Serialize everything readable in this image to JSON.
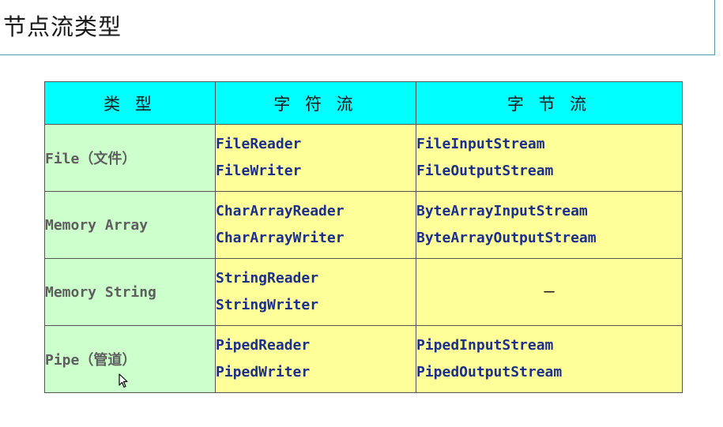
{
  "slide": {
    "title": "节点流类型"
  },
  "table": {
    "headers": [
      "类 型",
      "字 符 流",
      "字 节 流"
    ],
    "rows": [
      {
        "type": "File（文件）",
        "char": [
          "FileReader",
          "FileWriter"
        ],
        "byte": [
          "FileInputStream",
          "FileOutputStream"
        ]
      },
      {
        "type": "Memory Array",
        "char": [
          "CharArrayReader",
          "CharArrayWriter"
        ],
        "byte": [
          "ByteArrayInputStream",
          "ByteArrayOutputStream"
        ]
      },
      {
        "type": "Memory String",
        "char": [
          "StringReader",
          "StringWriter"
        ],
        "byte": [
          "—"
        ]
      },
      {
        "type": "Pipe（管道）",
        "char": [
          "PipedReader",
          "PipedWriter"
        ],
        "byte": [
          "PipedInputStream",
          "PipedOutputStream"
        ]
      }
    ]
  },
  "colors": {
    "header_bg": "#00ffff",
    "type_bg": "#ccffcc",
    "cell_bg": "#ffff99",
    "stream_text": "#1c2f8a"
  },
  "icons": {
    "cursor": "mouse-pointer-icon"
  }
}
